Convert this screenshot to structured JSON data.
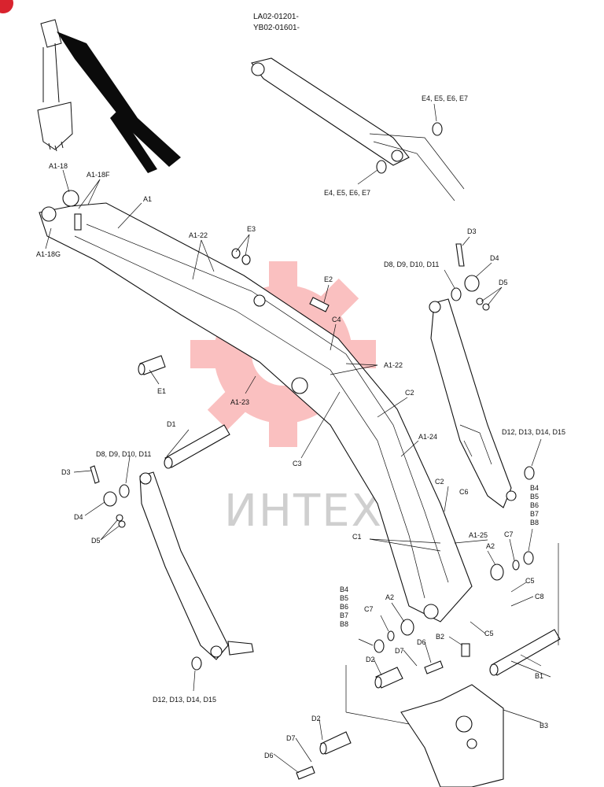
{
  "header": {
    "line1": "LA02-01201-",
    "line2": "YB02-01601-"
  },
  "watermark": {
    "text": "ИНТЕХ",
    "gear_color": "#f25c5c",
    "text_color": "#cfcfcf"
  },
  "corner_badge": {
    "icon": "corner-badge-icon",
    "color": "#d9232e"
  },
  "labels": {
    "a1_18": "A1-18",
    "a1_18f": "A1-18F",
    "a1": "A1",
    "a1_18g": "A1-18G",
    "a1_22_top": "A1-22",
    "a1_22_mid": "A1-22",
    "a1_23": "A1-23",
    "a1_24": "A1-24",
    "a1_25": "A1-25",
    "e3": "E3",
    "e2": "E2",
    "e1": "E1",
    "e4_top": "E4, E5, E6, E7",
    "e4_bottom": "E4, E5, E6, E7",
    "c4": "C4",
    "c3": "C3",
    "c2_top": "C2",
    "c2_mid": "C2",
    "c1": "C1",
    "c5_a": "C5",
    "c5_b": "C5",
    "c6": "C6",
    "c7_right": "C7",
    "c7_left": "C7",
    "c8": "C8",
    "d1": "D1",
    "d3_right": "D3",
    "d4_right": "D4",
    "d5_right": "D5",
    "d8_right": "D8, D9, D10, D11",
    "d12_right": "D12, D13, D14, D15",
    "d3_left": "D3",
    "d4_left": "D4",
    "d5_left": "D5",
    "d8_left": "D8, D9, D10, D11",
    "d12_left": "D12, D13, D14, D15",
    "d2_mid": "D2",
    "d2_low": "D2",
    "d6_mid": "D6",
    "d6_low": "D6",
    "d7_mid": "D7",
    "d7_low": "D7",
    "b_right": [
      "B4",
      "B5",
      "B6",
      "B7",
      "B8"
    ],
    "b_left": [
      "B4",
      "B5",
      "B6",
      "B7",
      "B8"
    ],
    "a2_right": "A2",
    "a2_left": "A2",
    "b1": "B1",
    "b2": "B2",
    "b3": "B3"
  }
}
